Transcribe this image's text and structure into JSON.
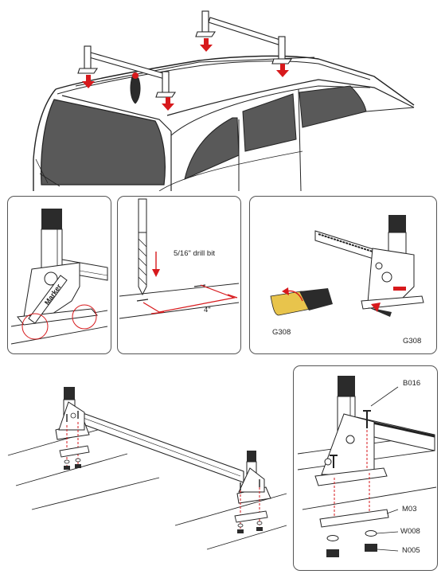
{
  "colors": {
    "line": "#222222",
    "window": "#595959",
    "red": "#d7191c",
    "cap": "#2b2b2b",
    "tape": "#e8c44c"
  },
  "drill_panel": {
    "bit_label": "5/16\" drill bit",
    "spacing_label": "4\""
  },
  "tape_panel": {
    "part_left": "G308",
    "part_right": "G308"
  },
  "brand_label": "Marker",
  "hardware_panel": {
    "bolt": "B016",
    "plate": "M03",
    "washer": "W008",
    "nut": "N005"
  },
  "icons": [
    "down-arrow-icon",
    "red-circle-icon"
  ]
}
